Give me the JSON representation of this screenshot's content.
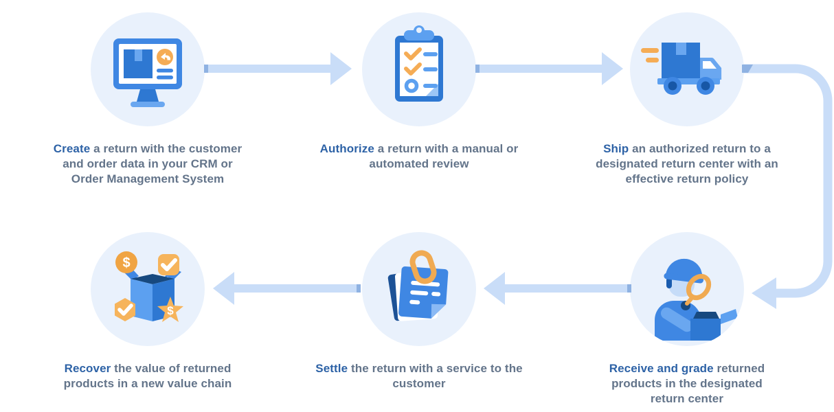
{
  "diagram": {
    "steps": [
      {
        "icon": "crm-monitor-icon",
        "keyword": "Create",
        "rest": " a return with the customer and order data in your CRM or Order Management System"
      },
      {
        "icon": "review-checklist-icon",
        "keyword": "Authorize",
        "rest": " a return with a manual or automated review"
      },
      {
        "icon": "shipping-truck-icon",
        "keyword": "Ship",
        "rest": " an authorized return to a designated return center with an effective return policy"
      },
      {
        "icon": "inspect-grade-icon",
        "keyword": "Receive and grade",
        "rest": " returned products in the designated return center"
      },
      {
        "icon": "settle-documents-icon",
        "keyword": "Settle",
        "rest": " the return with a service to the customer"
      },
      {
        "icon": "recover-value-icon",
        "keyword": "Recover",
        "rest": " the value of returned products in a new value chain"
      }
    ]
  },
  "glyphs": {
    "dollar": "$"
  },
  "colors": {
    "background": "#ffffff",
    "circle_bg": "#e9f1fc",
    "arrow": "#c9ddf8",
    "arrow_tail": "#8fb2e2",
    "caption_text": "#63748a",
    "keyword_text": "#2d62a6",
    "icon_blue": "#3f87e3",
    "icon_blue_dark": "#2e78d2",
    "icon_blue_navy": "#17497f",
    "icon_blue_light": "#6aa7f0",
    "icon_orange": "#f5ac55"
  }
}
